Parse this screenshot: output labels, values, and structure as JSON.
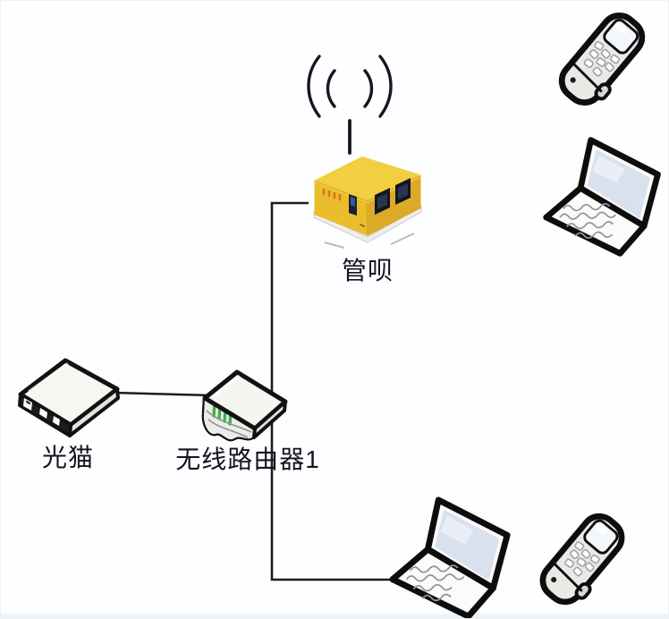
{
  "diagram": {
    "type": "network-topology",
    "labels": {
      "gateway": "管呗",
      "modem": "光猫",
      "router": "无线路由器1"
    },
    "devices": [
      {
        "id": "gateway",
        "icon": "mini-router-icon",
        "label": "管呗"
      },
      {
        "id": "modem",
        "icon": "fiber-modem-icon",
        "label": "光猫"
      },
      {
        "id": "router",
        "icon": "wireless-router-icon",
        "label": "无线路由器1"
      },
      {
        "id": "phone-top-right",
        "icon": "mobile-phone-icon",
        "label": ""
      },
      {
        "id": "laptop-top-right",
        "icon": "laptop-icon",
        "label": ""
      },
      {
        "id": "laptop-bottom",
        "icon": "laptop-icon",
        "label": ""
      },
      {
        "id": "phone-bottom-right",
        "icon": "mobile-phone-icon",
        "label": ""
      }
    ],
    "connections": [
      {
        "from": "modem",
        "to": "router",
        "style": "wired"
      },
      {
        "from": "router",
        "to": "gateway",
        "style": "wired"
      },
      {
        "from": "router",
        "to": "laptop-bottom",
        "style": "wired"
      },
      {
        "from": "gateway",
        "to": "air",
        "style": "wifi-signal"
      }
    ],
    "colors": {
      "line": "#1c1c1c",
      "device_yellow_top": "#f2cf40",
      "device_yellow_front": "#eabd2c",
      "device_yellow_side": "#dda928",
      "led_green": "#3fae49",
      "background": "#fdfeff"
    }
  }
}
